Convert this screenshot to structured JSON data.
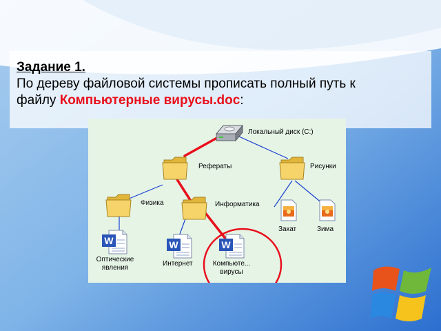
{
  "task": {
    "heading": "Задание 1.",
    "line1": "По дереву файловой системы  прописать полный путь к",
    "line2_prefix": "файлу ",
    "filename": "Компьютерные вирусы.doc",
    "line2_suffix": ":"
  },
  "tree": {
    "root": "Локальный диск (C:)",
    "folders": {
      "referaty": "Рефераты",
      "risunki": "Рисунки",
      "fizika": "Физика",
      "informatika": "Информатика"
    },
    "images": {
      "zakat": "Закат",
      "zima": "Зима"
    },
    "documents": {
      "opticheskie_line1": "Оптические",
      "opticheskie_line2": "явления",
      "internet": "Интернет",
      "kompyuter_line1": "Компьюте...",
      "kompyuter_line2": "вирусы"
    }
  },
  "colors": {
    "accent_red": "#e8101c",
    "tree_line": "#1a3fd0",
    "folder": "#f2ce5c",
    "panel": "#e6f4e6"
  },
  "icons": [
    "hard-drive-icon",
    "folder-icon",
    "image-file-icon",
    "word-document-icon",
    "windows-logo-icon"
  ]
}
